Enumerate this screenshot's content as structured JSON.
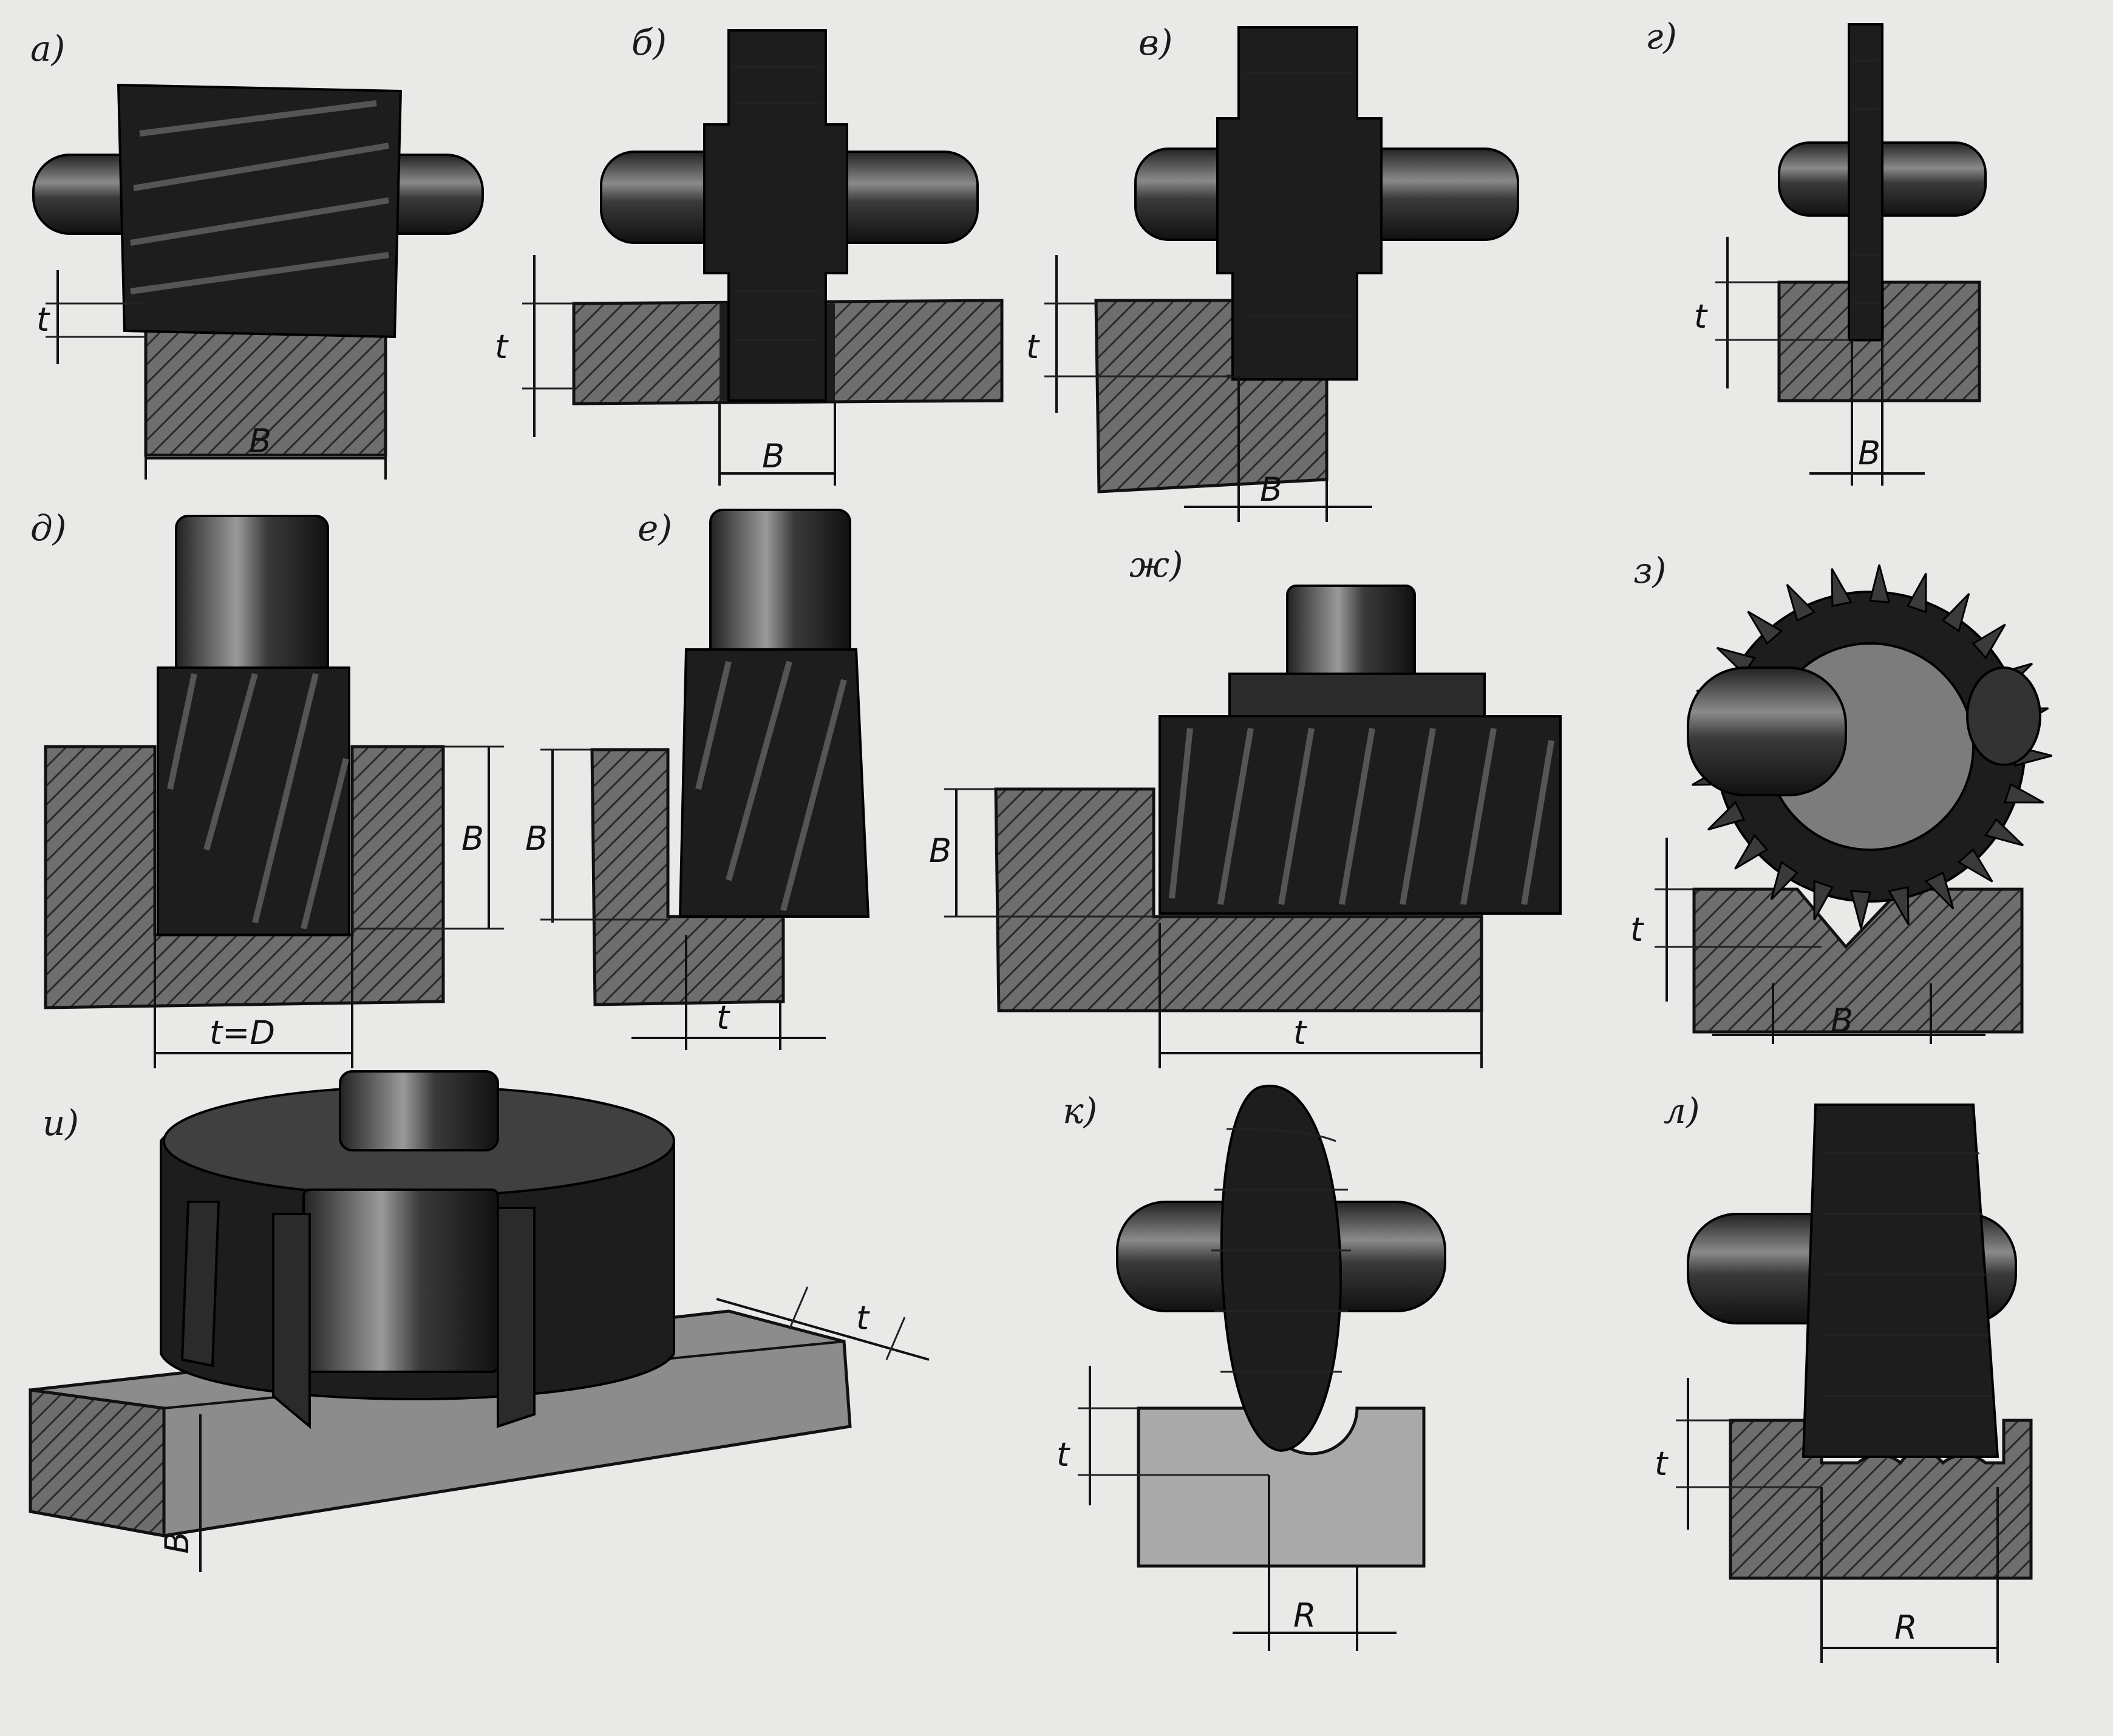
{
  "panels": [
    {
      "id": "a",
      "label": "а)",
      "dims": [
        "t",
        "B"
      ]
    },
    {
      "id": "b",
      "label": "б)",
      "dims": [
        "t",
        "B"
      ]
    },
    {
      "id": "v",
      "label": "в)",
      "dims": [
        "t",
        "B"
      ]
    },
    {
      "id": "g",
      "label": "г)",
      "dims": [
        "t",
        "B"
      ]
    },
    {
      "id": "d",
      "label": "д)",
      "dims": [
        "B",
        "t=D"
      ]
    },
    {
      "id": "e",
      "label": "е)",
      "dims": [
        "B",
        "t"
      ]
    },
    {
      "id": "zh",
      "label": "ж)",
      "dims": [
        "B",
        "t"
      ]
    },
    {
      "id": "z",
      "label": "з)",
      "dims": [
        "t",
        "B"
      ]
    },
    {
      "id": "i",
      "label": "и)",
      "dims": [
        "t",
        "B"
      ]
    },
    {
      "id": "k",
      "label": "к)",
      "dims": [
        "t",
        "R"
      ]
    },
    {
      "id": "l",
      "label": "л)",
      "dims": [
        "t",
        "R"
      ]
    }
  ],
  "colors": {
    "ink": "#111111",
    "paper": "#e9e9e7",
    "tool": "#1d1d1d",
    "workpiece_light": "#a9a9a9"
  }
}
